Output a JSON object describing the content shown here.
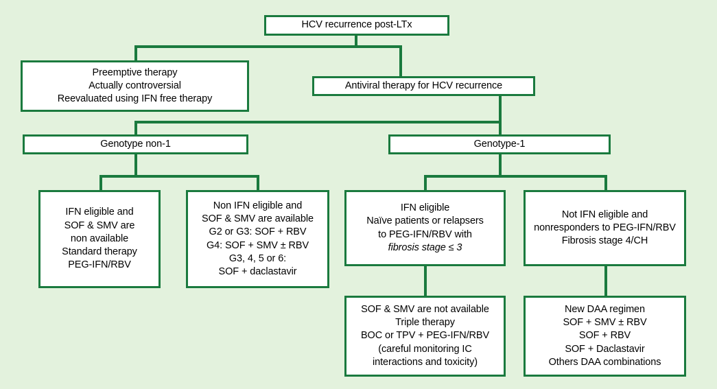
{
  "figure": {
    "title": "HCV recurrence post-LTx treatment algorithm",
    "background_color": "#e3f2dd",
    "box_fill_color": "#ffffff",
    "line_color": "#1a7a3e",
    "text_color": "#000000"
  },
  "nodes": {
    "root": {
      "id": "hcv-recurrence-post-ltx",
      "lines": [
        "HCV recurrence post-LTx"
      ]
    },
    "preemptive": {
      "id": "preemptive-therapy",
      "lines": [
        "Preemptive therapy",
        "Actually controversial",
        "Reevaluated using IFN free therapy"
      ]
    },
    "antiviral": {
      "id": "antiviral-therapy",
      "lines": [
        "Antiviral therapy for HCV recurrence"
      ]
    },
    "genotype_non1": {
      "id": "genotype-non-1",
      "lines": [
        "Genotype non-1"
      ]
    },
    "genotype_1": {
      "id": "genotype-1",
      "lines": [
        "Genotype-1"
      ]
    },
    "non1_ifn_eligible": {
      "id": "non1-ifn-eligible",
      "lines": [
        "IFN eligible and",
        "SOF & SMV are",
        "non available",
        "Standard therapy",
        "PEG-IFN/RBV"
      ]
    },
    "non1_non_ifn_eligible": {
      "id": "non1-non-ifn-eligible",
      "lines": [
        "Non IFN eligible and",
        "SOF & SMV are available",
        "G2 or G3: SOF + RBV",
        "G4: SOF + SMV ± RBV",
        "G3, 4, 5 or 6:",
        "SOF + daclastavir"
      ]
    },
    "g1_ifn_eligible": {
      "id": "g1-ifn-eligible",
      "lines": [
        "IFN eligible",
        "Naïve patients or relapsers",
        "to PEG-IFN/RBV with"
      ],
      "italic_line": "fibrosis stage ≤ 3"
    },
    "g1_not_ifn_eligible": {
      "id": "g1-not-ifn-eligible",
      "lines": [
        "Not IFN eligible and",
        "nonresponders to PEG-IFN/RBV",
        "Fibrosis stage 4/CH"
      ]
    },
    "g1_triple_therapy": {
      "id": "g1-triple-therapy",
      "lines": [
        "SOF & SMV are not available",
        "Triple therapy",
        "BOC or TPV + PEG-IFN/RBV",
        "(careful monitoring IC",
        "interactions and toxicity)"
      ]
    },
    "g1_new_daa": {
      "id": "g1-new-daa-regimen",
      "lines": [
        "New DAA regimen",
        "SOF + SMV ± RBV",
        "SOF + RBV",
        "SOF + Daclastavir",
        "Others DAA combinations"
      ]
    }
  }
}
